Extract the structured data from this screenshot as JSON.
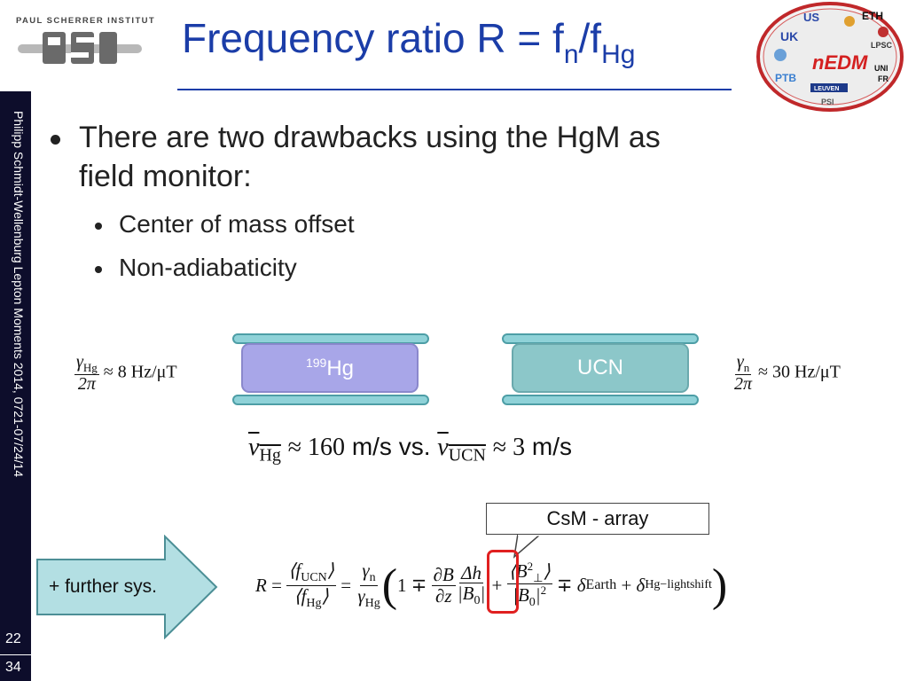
{
  "header": {
    "institute": "PAUL SCHERRER INSTITUT",
    "logo": "PSI",
    "title_main": "Frequency ratio R = f",
    "title_sub1": "n",
    "title_mid": "/f",
    "title_sub2": "Hg"
  },
  "sidebar": {
    "text": "Philipp Schmidt-Wellenburg    Lepton Moments 2014, 0721-07/24/14",
    "slide_number": "22",
    "total": "34"
  },
  "bullets": {
    "main": "There are two drawbacks using the HgM as field monitor:",
    "sub": [
      "Center of mass offset",
      "Non-adiabaticity"
    ]
  },
  "diagram": {
    "left_cell_label": "199Hg",
    "left_cell_mass": "199",
    "left_cell_elem": "Hg",
    "right_cell_label": "UCN",
    "left_gamma": "≈ 8 Hz/μT",
    "right_gamma": "≈ 30 Hz/μT",
    "speeds": "v̄Hg ≈ 160 m/s vs. v̄UCN ≈ 3 m/s",
    "speed_ms1": "m/s vs.",
    "speed_ms2": "m/s",
    "colors": {
      "hg_cell": "#a8a6e8",
      "ucn_cell": "#8cc7c9",
      "rail": "#8fd2d8"
    }
  },
  "callout": "CsM - array",
  "arrow_label": "+ further sys.",
  "formula": {
    "text": "R = ⟨fUCN⟩/⟨fHg⟩ = γn/γHg (1 ∓ (∂B/∂z)(Δh/|B0|) + ⟨B²⊥⟩/|B0|² ∓ δEarth + δHg−lightshift)"
  },
  "logos": {
    "collab": "nEDM",
    "partners": [
      "US",
      "ETH",
      "UK",
      "LPSC",
      "PTB",
      "UNI FR",
      "LEUVEN",
      "PSI"
    ]
  }
}
